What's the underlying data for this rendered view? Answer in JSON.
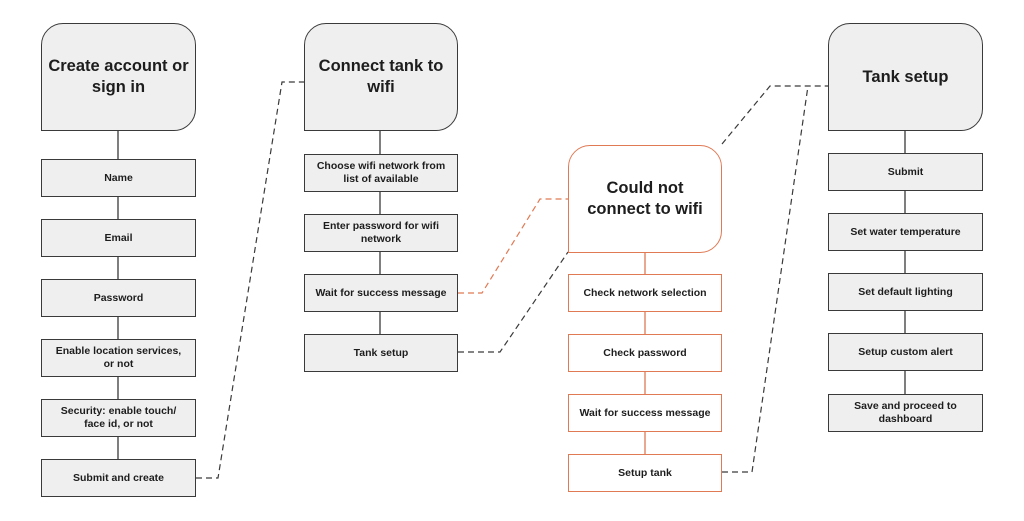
{
  "columns": {
    "account": {
      "title": "Create account or sign in",
      "steps": [
        "Name",
        "Email",
        "Password",
        "Enable location services, or not",
        "Security: enable touch/ face id, or not",
        "Submit and create"
      ]
    },
    "wifi": {
      "title": "Connect tank to wifi",
      "steps": [
        "Choose wifi network from list of available",
        "Enter password for wifi network",
        "Wait for success message",
        "Tank setup"
      ]
    },
    "failure": {
      "title": "Could not connect to wifi",
      "steps": [
        "Check network selection",
        "Check password",
        "Wait for success message",
        "Setup tank"
      ]
    },
    "setup": {
      "title": "Tank setup",
      "steps": [
        "Submit",
        "Set water temperature",
        "Set default lighting",
        "Setup custom alert",
        "Save and proceed to dashboard"
      ]
    }
  },
  "colors": {
    "box_fill": "#efefef",
    "box_border": "#3a3a3a",
    "alert_border": "#e07a55",
    "connector": "#3a3a3a"
  }
}
